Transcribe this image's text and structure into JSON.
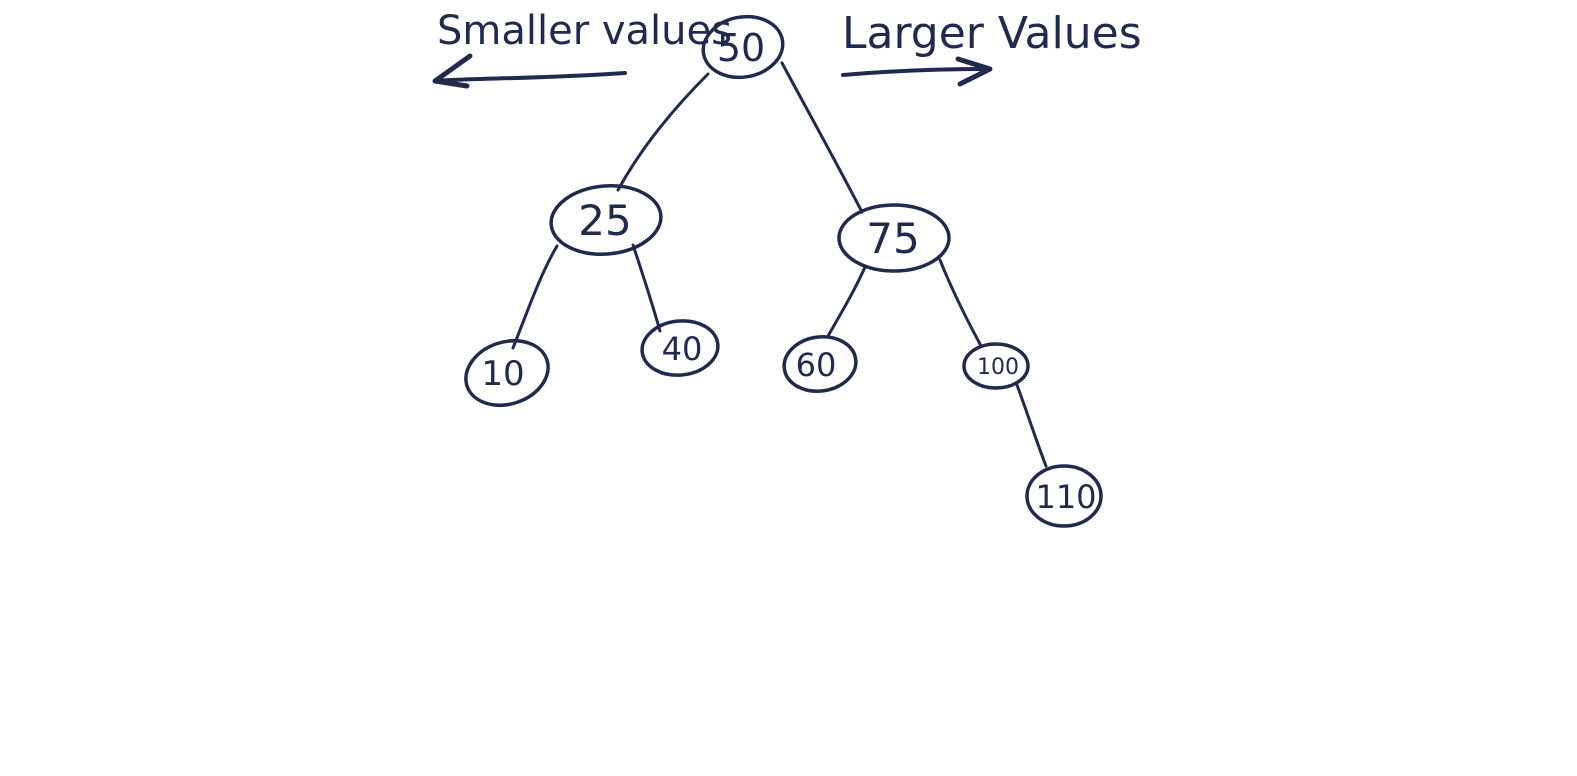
{
  "diagram": {
    "labels": {
      "left": "Smaller values",
      "right": "Larger Values"
    },
    "nodes": [
      {
        "id": "n50",
        "value": "50"
      },
      {
        "id": "n25",
        "value": "25"
      },
      {
        "id": "n75",
        "value": "75"
      },
      {
        "id": "n10",
        "value": "10"
      },
      {
        "id": "n40",
        "value": "40"
      },
      {
        "id": "n60",
        "value": "60"
      },
      {
        "id": "n100",
        "value": "100"
      },
      {
        "id": "n110",
        "value": "110"
      }
    ],
    "edges": [
      {
        "from": "50",
        "to": "25"
      },
      {
        "from": "50",
        "to": "75"
      },
      {
        "from": "25",
        "to": "10"
      },
      {
        "from": "25",
        "to": "40"
      },
      {
        "from": "75",
        "to": "60"
      },
      {
        "from": "75",
        "to": "100"
      },
      {
        "from": "100",
        "to": "110"
      }
    ],
    "ink_color": "#1f2a4d"
  }
}
